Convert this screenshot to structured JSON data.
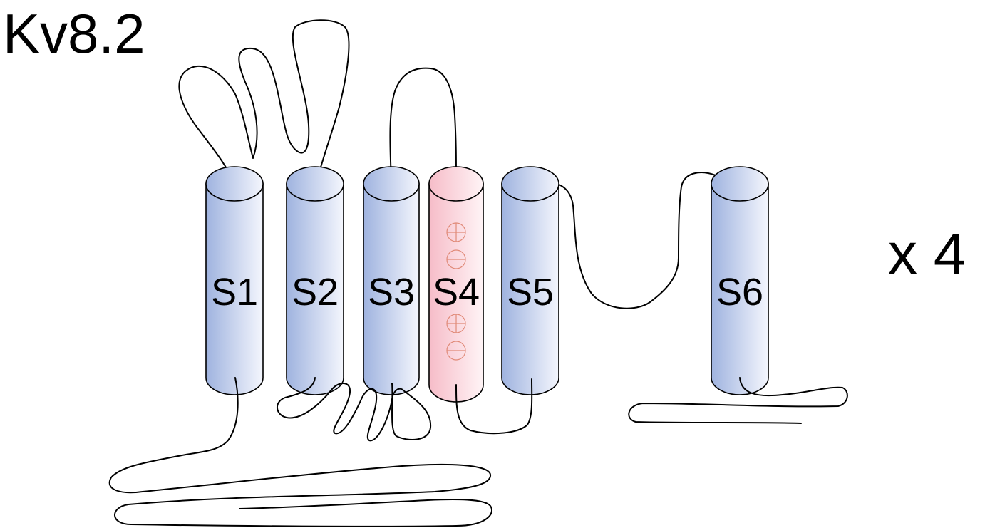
{
  "title": "Kv8.2",
  "multiplier": "x 4",
  "colors": {
    "segment_dark": "#9fb3df",
    "segment_light": "#f4f6fd",
    "s4_dark": "#f6bcc8",
    "s4_light": "#fff4f6",
    "charge_stroke": "#e08a78",
    "line": "#000000"
  },
  "segments": [
    {
      "label": "S1",
      "voltage_sensor": false
    },
    {
      "label": "S2",
      "voltage_sensor": false
    },
    {
      "label": "S3",
      "voltage_sensor": false
    },
    {
      "label": "S4",
      "voltage_sensor": true,
      "charges": [
        "plus",
        "minus",
        "plus",
        "minus"
      ]
    },
    {
      "label": "S5",
      "voltage_sensor": false
    },
    {
      "label": "S6",
      "voltage_sensor": false
    }
  ]
}
